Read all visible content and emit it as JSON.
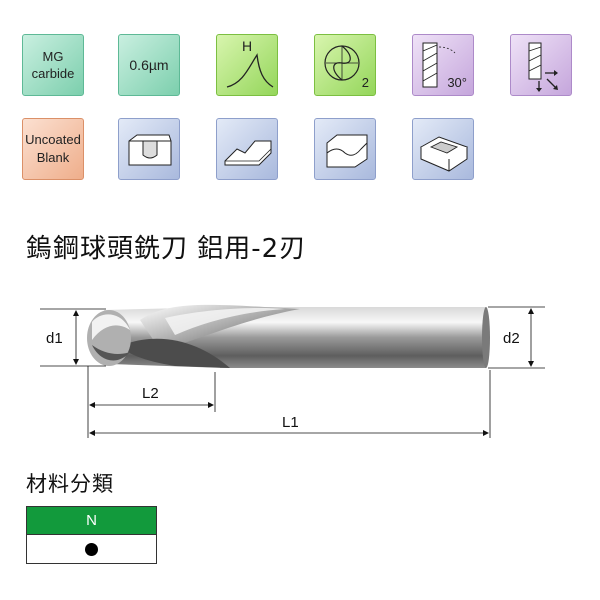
{
  "icons": {
    "material": {
      "label": "MG\ncarbide",
      "icon": "mg-carbide-icon"
    },
    "grain": {
      "label": "0.6µm",
      "icon": "grain-size-icon"
    },
    "hardness": {
      "label": "H",
      "icon": "hardness-curve-icon"
    },
    "flutes": {
      "label": "2",
      "icon": "two-flute-icon"
    },
    "helix": {
      "label": "30°",
      "icon": "helix-angle-icon"
    },
    "cutting": {
      "icon": "cutting-direction-icon"
    },
    "coating": {
      "label": "Uncoated\nBlank",
      "icon": "uncoated-blank-icon"
    },
    "slot": {
      "icon": "slotting-icon"
    },
    "profile1": {
      "icon": "profile-milling-icon"
    },
    "profile2": {
      "icon": "contour-milling-icon"
    },
    "pocket": {
      "icon": "pocket-milling-icon"
    }
  },
  "colors": {
    "teal": "#7ccfad",
    "green": "#94d65a",
    "purple": "#c5a6dc",
    "orange": "#efae8b",
    "blue": "#a9b9dd",
    "material_header": "#129a3c"
  },
  "product_title": "鎢鋼球頭銑刀 鋁用-2刃",
  "diagram": {
    "d1": "d1",
    "d2": "d2",
    "L1": "L1",
    "L2": "L2"
  },
  "material": {
    "title": "材料分類",
    "header": "N",
    "mark": "filled-circle"
  }
}
